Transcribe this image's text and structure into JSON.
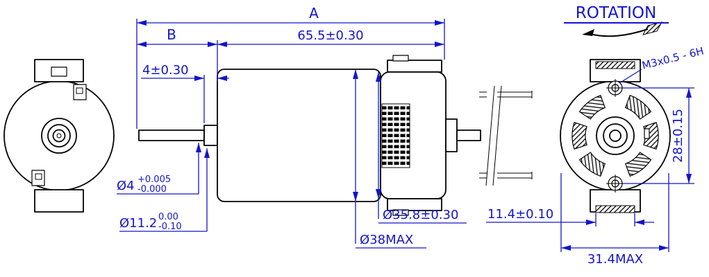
{
  "colors": {
    "dimension": "#1414cc",
    "drawing": "#000000",
    "background": "#ffffff"
  },
  "side_view": {
    "dim_overall": "A",
    "dim_front": "B",
    "dim_body_length": "65.5±0.30",
    "dim_collar_length": "4±0.30",
    "shaft_dia": {
      "base": "Ø4",
      "tol_upper": "+0.005",
      "tol_lower": "-0.000"
    },
    "collar_dia": {
      "base": "Ø11.2",
      "tol_upper": "0.00",
      "tol_lower": "-0.10"
    },
    "dim_body_dia": "Ø35.8±0.30",
    "dim_max_dia": "Ø38MAX"
  },
  "rear_view": {
    "rotation_label": "ROTATION",
    "thread_callout": "M3x0.5 - 6H",
    "dim_hole_spacing": "28±0.15",
    "dim_tab_width": "11.4±0.10",
    "dim_flats_width": "31.4MAX"
  }
}
